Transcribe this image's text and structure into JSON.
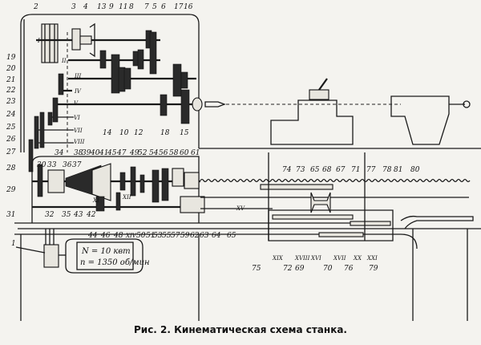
{
  "caption": "Рис. 2. Кинематическая схема станка.",
  "motor": {
    "power": "N = 10 квт",
    "speed": "n = 1350 об/мин",
    "label": "1"
  },
  "labels": [
    "2",
    "3",
    "4",
    "13",
    "9",
    "11",
    "8",
    "7",
    "5",
    "6",
    "17",
    "16",
    "I",
    "II",
    "III",
    "IV",
    "V",
    "VI",
    "VII",
    "VIII",
    "19",
    "20",
    "21",
    "22",
    "23",
    "24",
    "25",
    "26",
    "27",
    "14",
    "10",
    "12",
    "18",
    "15",
    "34",
    "38",
    "39",
    "40",
    "41",
    "45",
    "47",
    "49",
    "52",
    "54",
    "56",
    "58",
    "60",
    "61",
    "30",
    "33",
    "36",
    "37",
    "28",
    "29",
    "31",
    "32",
    "35",
    "43",
    "42",
    "XI",
    "XII",
    "44",
    "46",
    "48",
    "XIV",
    "50",
    "51",
    "53",
    "55",
    "57",
    "59",
    "62",
    "63",
    "64",
    "65",
    "XV",
    "74",
    "73",
    "65",
    "68",
    "67",
    "71",
    "77",
    "78",
    "81",
    "80",
    "75",
    "72",
    "69",
    "70",
    "76",
    "79",
    "XIX",
    "XVIII",
    "XVI",
    "XVII",
    "XX",
    "XXI"
  ]
}
